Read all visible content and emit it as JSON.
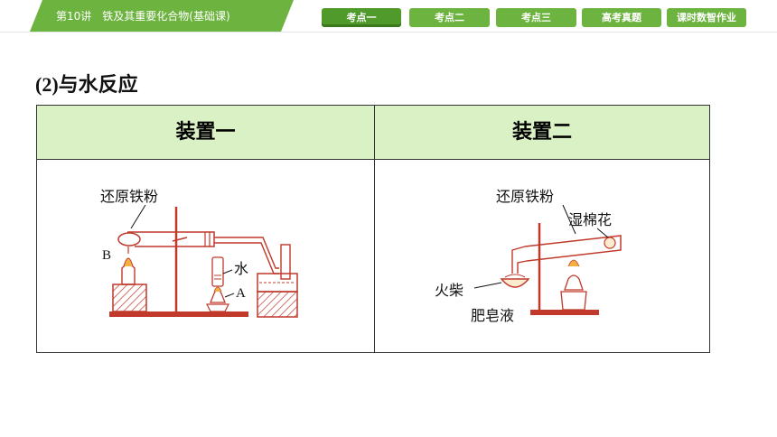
{
  "header": {
    "lecture_title": "第10讲　铁及其重要化合物(基础课)",
    "tabs": [
      {
        "label": "考点一",
        "active": true
      },
      {
        "label": "考点二",
        "active": false
      },
      {
        "label": "考点三",
        "active": false
      },
      {
        "label": "高考真题",
        "active": false
      },
      {
        "label": "课时数智作业",
        "active": false
      }
    ]
  },
  "section_heading": "(2)与水反应",
  "table": {
    "columns": [
      "装置一",
      "装置二"
    ],
    "device1": {
      "iron_powder": "还原铁粉",
      "label_b": "B",
      "water": "水",
      "label_a": "A"
    },
    "device2": {
      "iron_powder": "还原铁粉",
      "wet_cotton": "湿棉花",
      "match": "火柴",
      "soap_solution": "肥皂液"
    }
  },
  "colors": {
    "accent": "#6db33f",
    "header_fill": "#d9f1c4",
    "apparatus_red": "#c0392b"
  }
}
